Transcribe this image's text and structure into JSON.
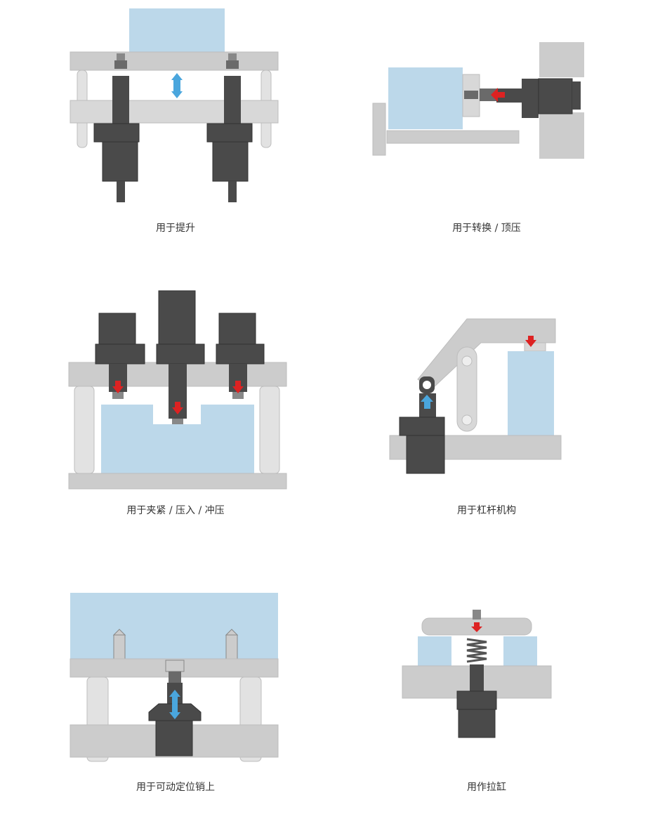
{
  "colors": {
    "gray_light": "#cccccc",
    "gray_mid": "#d8d8d8",
    "dark": "#4a4a4a",
    "blue": "#bcd8ea",
    "arrow_blue": "#4aa6dd",
    "arrow_red": "#dd2222"
  },
  "panels": [
    {
      "caption": "用于提升"
    },
    {
      "caption": "用于转换 / 顶压"
    },
    {
      "caption": "用于夹紧 / 压入 / 冲压"
    },
    {
      "caption": "用于杠杆机构"
    },
    {
      "caption": "用于可动定位销上"
    },
    {
      "caption": "用作拉缸"
    }
  ]
}
